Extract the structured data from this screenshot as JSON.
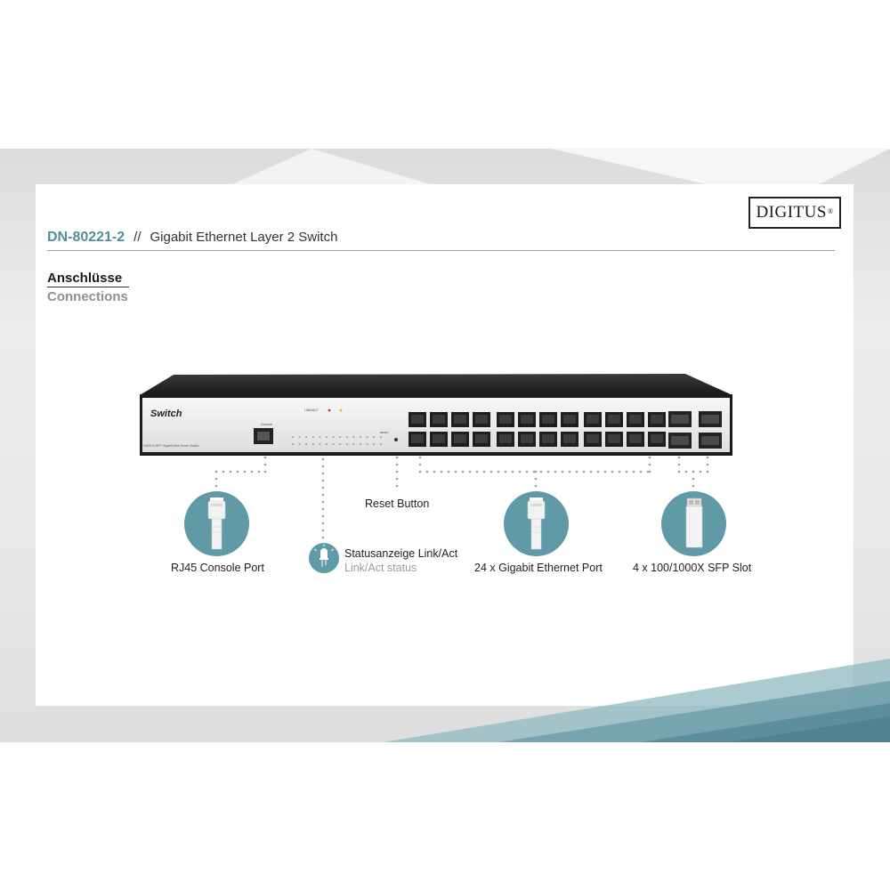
{
  "brand": {
    "logo_text": "DIGITUS",
    "logo_mark": "®"
  },
  "header": {
    "model": "DN-80221-2",
    "separator": "//",
    "product": "Gigabit Ethernet Layer 2 Switch"
  },
  "section": {
    "title_de": "Anschlüsse",
    "title_en": "Connections"
  },
  "device": {
    "brand_label": "Switch",
    "console_label": "Console",
    "caption": "24GE+4 SFP Gigabit Web Smart Switch",
    "status_legend": "LINK/ACT",
    "reset_label": "RESET"
  },
  "callouts": {
    "console": "RJ45 Console Port",
    "reset": "Reset Button",
    "status_de": "Statusanzeige Link/Act",
    "status_en": "Link/Act status",
    "ethernet": "24 x Gigabit Ethernet Port",
    "sfp": "4 x 100/1000X SFP Slot"
  },
  "colors": {
    "accent": "#5f9aa6",
    "model_text": "#4f8f9d",
    "teal_dark": "#5b8f9c",
    "teal_light": "#8fb9c2"
  }
}
